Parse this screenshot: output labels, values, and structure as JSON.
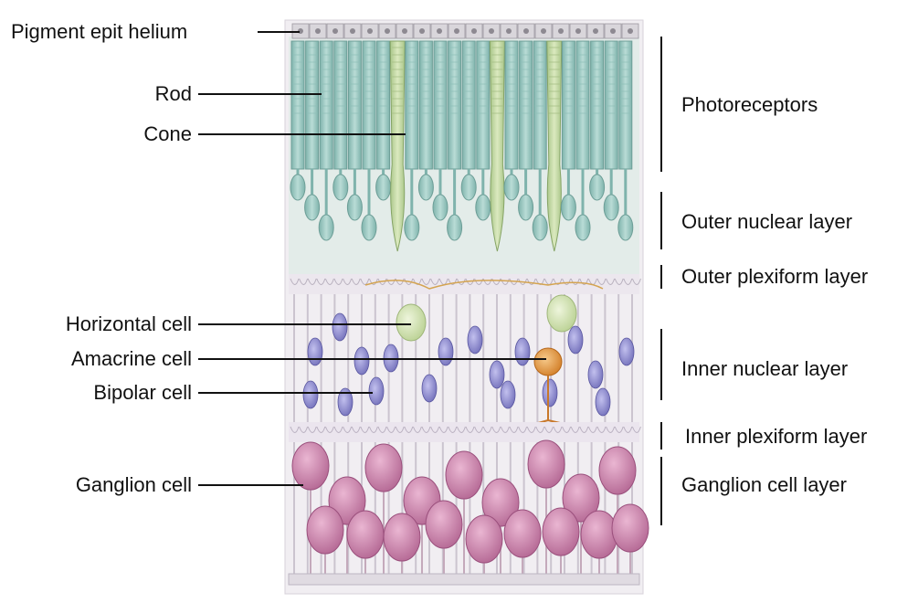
{
  "cell_labels": {
    "pigment_epithelium": "Pigment   epit helium",
    "rod": "Rod",
    "cone": "Cone",
    "horizontal_cell": "Horizontal cell",
    "amacrine_cell": "Amacrine cell",
    "bipolar_cell": "Bipolar cell",
    "ganglion_cell": "Ganglion cell"
  },
  "layer_labels": {
    "photoreceptors": "Photoreceptors",
    "outer_nuclear": "Outer nuclear layer",
    "outer_plexiform": "Outer plexiform layer",
    "inner_nuclear": "Inner nuclear layer",
    "inner_plexiform": "Inner plexiform layer",
    "ganglion_layer": "Ganglion cell layer"
  },
  "colors": {
    "rod": "#a9cfc9",
    "cone": "#c9dca8",
    "bipolar": "#8e8ccc",
    "horizontal": "#d8e6b8",
    "amacrine": "#e8a24a",
    "ganglion": "#c77aa8",
    "fiber": "#c9c3cf",
    "label_line": "#111111"
  }
}
